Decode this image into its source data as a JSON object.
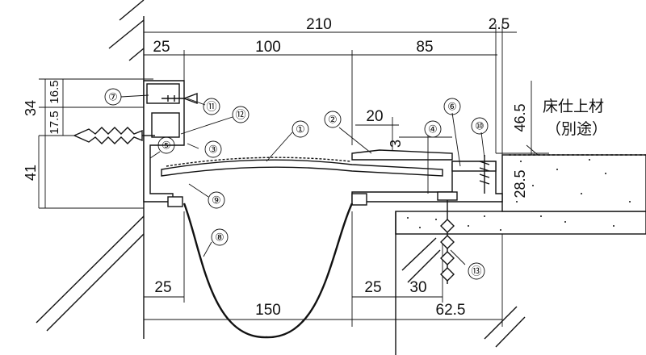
{
  "dimensions": {
    "top_total": "210",
    "top_right_small": "2.5",
    "top_left": "25",
    "top_mid": "100",
    "top_right": "85",
    "left_34": "34",
    "left_16_5": "16.5",
    "left_17_5": "17.5",
    "left_41": "41",
    "gap_20": "20",
    "gap_3": "3",
    "right_46_5": "46.5",
    "right_28_5": "28.5",
    "bottom_left_25": "25",
    "bottom_right_25": "25",
    "bottom_30": "30",
    "bottom_150": "150",
    "bottom_62_5": "62.5"
  },
  "labels": {
    "finish_material": "床仕上材",
    "separately": "（別途）"
  },
  "callouts": [
    "①",
    "②",
    "③",
    "④",
    "⑤",
    "⑥",
    "⑦",
    "⑧",
    "⑨",
    "⑩",
    "⑪",
    "⑫",
    "⑬"
  ]
}
